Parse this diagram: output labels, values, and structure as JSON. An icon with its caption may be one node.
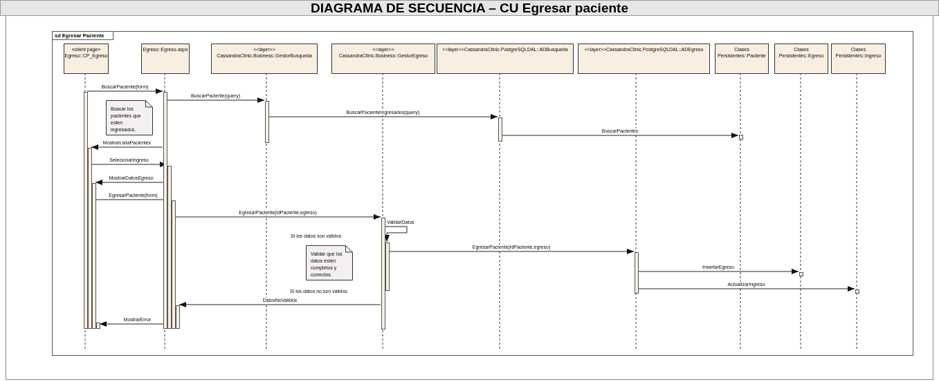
{
  "diagram": {
    "title": "DIAGRAMA DE SECUENCIA – CU Egresar paciente",
    "nodes": [
      {
        "text": [
          "sd Egresar Paciente"
        ]
      },
      {
        "text": [
          "«client page»",
          "Egreso::CP_Egreso"
        ],
        "in": 0
      },
      {
        "text": [
          "Egreso::Egreso.aspx"
        ],
        "in": 0
      },
      {
        "text": [
          "<<layer>>",
          "CassandraClinic.Business::GestorBusqueda"
        ],
        "in": 0
      },
      {
        "text": [
          "<<layer>>",
          "CassandraClinic.Business::GestorEgreso"
        ],
        "in": 0
      },
      {
        "text": [
          "<<layer>>CassandraClinic.PostgreSQLDAL::ADBusqueda"
        ],
        "in": 0
      },
      {
        "text": [
          "<<layer>>CassandraClinic.PostgreSQLDAL::ADEgreso"
        ],
        "in": 0
      },
      {
        "text": [
          "Clases Persistentes::Paciente"
        ],
        "in": 0
      },
      {
        "text": [
          "Clases Persistentes::Egreso"
        ],
        "in": 0
      },
      {
        "text": [
          "Clases Persistentes::Ingreso"
        ],
        "in": 0
      },
      {
        "text": [
          "Buscar los pacientes que esten ingresados."
        ],
        "in": 0
      },
      {
        "text": [
          "Validar que los datos esten completos y correctos."
        ],
        "in": 0
      },
      {
        "text": [],
        "shape": "bar",
        "in": 0
      },
      {
        "text": [],
        "shape": "bar",
        "in": 0
      },
      {
        "text": [],
        "shape": "bar",
        "in": 0
      },
      {
        "text": [],
        "shape": "bar",
        "in": 0
      },
      {
        "text": [],
        "shape": "bar",
        "in": 0
      },
      {
        "text": [],
        "shape": "bar",
        "in": 0
      },
      {
        "text": [],
        "shape": "bar",
        "in": 0
      },
      {
        "text": [],
        "shape": "bar",
        "in": 0
      },
      {
        "text": [],
        "shape": "bar",
        "in": 0
      },
      {
        "text": [],
        "shape": "bar",
        "in": 0
      },
      {
        "text": [],
        "shape": "bar",
        "in": 0
      },
      {
        "text": [],
        "shape": "bar",
        "in": 0
      },
      {
        "text": [],
        "shape": "bar",
        "in": 0
      },
      {
        "text": [],
        "shape": "bar",
        "in": 0
      },
      {
        "text": [],
        "shape": "bar",
        "in": 0
      },
      {
        "text": [],
        "shape": "bar",
        "in": 0
      }
    ],
    "edges": [
      {
        "from": 12,
        "to": 16,
        "arrow": "to",
        "label": "BuscarPaciente(form)"
      },
      {
        "from": 16,
        "to": 20,
        "arrow": "to",
        "label": "BuscarPaciente(query)"
      },
      {
        "from": 20,
        "to": 23,
        "arrow": "to",
        "label": "BuscarPacienteIngresados(query)"
      },
      {
        "from": 23,
        "to": 25,
        "arrow": "to",
        "label": "BuscarPacientes"
      },
      {
        "from": 16,
        "to": 13,
        "arrow": "to",
        "label": "MostrarListaPacientes"
      },
      {
        "from": 13,
        "to": 17,
        "arrow": "to",
        "label": "SelecionarIngreso"
      },
      {
        "from": 17,
        "to": 14,
        "arrow": "to",
        "label": "MostrarDatosEgreso"
      },
      {
        "from": 14,
        "to": 18,
        "arrow": "to",
        "label": "EgresarPaciente(form)"
      },
      {
        "from": 18,
        "to": 21,
        "arrow": "to",
        "label": "EgresarPaciente(idPaciente,egreso)"
      },
      {
        "from": 21,
        "to": 22,
        "arrow": "to",
        "label": "ValidarDatos"
      },
      {
        "from": 22,
        "to": 24,
        "arrow": "to",
        "label": "EgresarPaciente(idPaciente,egreso)"
      },
      {
        "from": 24,
        "to": 26,
        "arrow": "to",
        "label": "InsertarEgreso"
      },
      {
        "from": 24,
        "to": 27,
        "arrow": "to",
        "label": "ActualizarIngreso"
      },
      {
        "from": 21,
        "to": 19,
        "arrow": "to",
        "label": "DatosNoValidos"
      },
      {
        "from": 19,
        "to": 15,
        "arrow": "to",
        "label": "MostrarError"
      }
    ],
    "labels": [
      "Si los datos son válidos",
      "Si los datos no son válidos"
    ]
  }
}
